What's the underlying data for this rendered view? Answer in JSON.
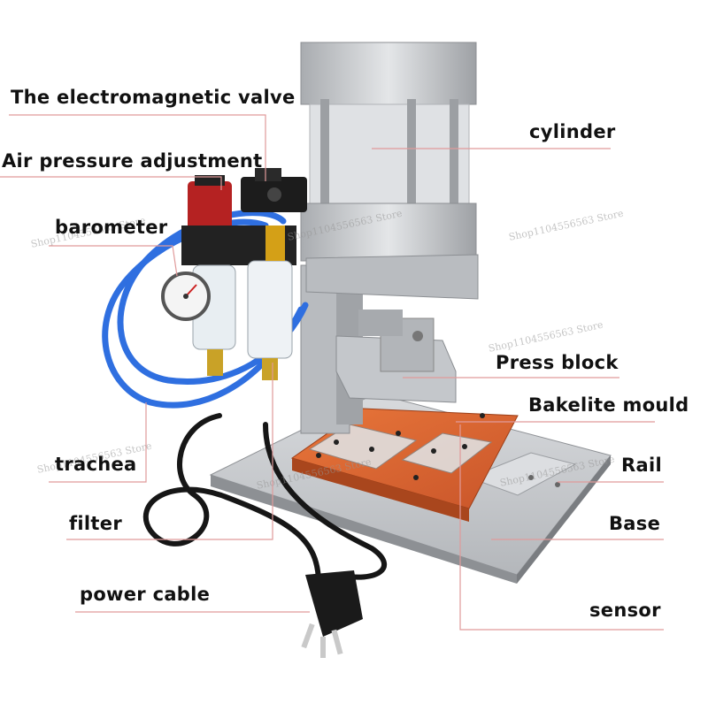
{
  "labels": {
    "valve": "The electromagnetic valve",
    "air_pressure": "Air pressure adjustment",
    "barometer": "barometer",
    "trachea": "trachea",
    "filter": "filter",
    "power_cable": "power cable",
    "cylinder": "cylinder",
    "press_block": "Press block",
    "bakelite_mould": "Bakelite mould",
    "rail": "Rail",
    "base": "Base",
    "sensor": "sensor"
  },
  "watermark": "Shop1104556563 Store",
  "colors": {
    "leader_line": "#e09a9a",
    "label_text": "#111111",
    "steel": "#c8cacd",
    "bakelite": "#d9662e",
    "air_tube": "#2f6fe0",
    "cable": "#161616"
  }
}
